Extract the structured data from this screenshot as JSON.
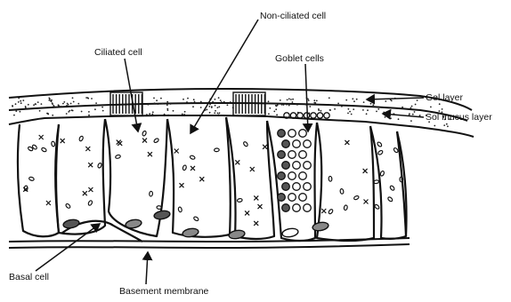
{
  "labels": {
    "non_ciliated_cell": "Non-ciliated cell",
    "ciliated_cell": "Ciliated cell",
    "goblet_cells": "Goblet cells",
    "gel_layer": "Gel layer",
    "sol_mucus_layer": "Sol mucus layer",
    "basal_cell": "Basal cell",
    "basement_membrane": "Basement membrane"
  },
  "colors": {
    "ink": "#111111",
    "paper": "#ffffff",
    "granule": "#555555"
  }
}
